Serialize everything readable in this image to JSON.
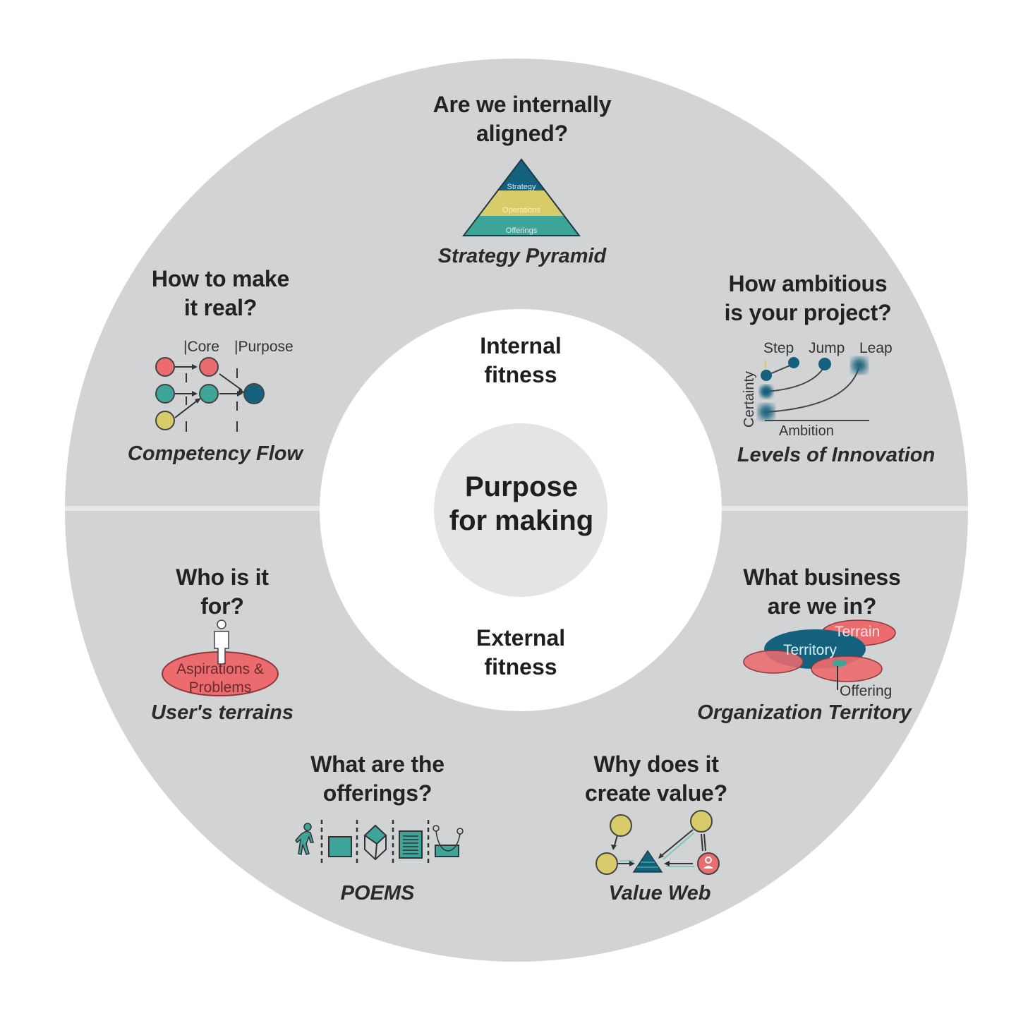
{
  "center": {
    "title_line1": "Purpose",
    "title_line2": "for making"
  },
  "rings": {
    "internal": {
      "line1": "Internal",
      "line2": "fitness"
    },
    "external": {
      "line1": "External",
      "line2": "fitness"
    }
  },
  "colors": {
    "outer_ring": "#d2d3d5",
    "divider": "#e6e7e9",
    "middle_ring": "#ffffff",
    "inner_circle": "#e3e4e6",
    "dark_teal": "#14617d",
    "teal": "#3fa59a",
    "yellow": "#d8cb6a",
    "coral": "#ec6b6e"
  },
  "sections": [
    {
      "id": "strategy-pyramid",
      "question_line1": "Are we internally",
      "question_line2": "aligned?",
      "tool": "Strategy Pyramid",
      "icon": "pyramid-icon",
      "icon_labels": [
        "Strategy",
        "Operations",
        "Offerings"
      ]
    },
    {
      "id": "competency-flow",
      "question_line1": "How to make",
      "question_line2": "it real?",
      "tool": "Competency Flow",
      "icon": "flow-diagram-icon",
      "icon_labels": [
        "|Core",
        "|Purpose"
      ]
    },
    {
      "id": "levels-of-innovation",
      "question_line1": "How ambitious",
      "question_line2": "is your project?",
      "tool": "Levels of Innovation",
      "icon": "innovation-chart-icon",
      "icon_labels": [
        "Step",
        "Jump",
        "Leap",
        "Certainty",
        "Ambition"
      ]
    },
    {
      "id": "users-terrains",
      "question_line1": "Who is it",
      "question_line2": "for?",
      "tool": "User's terrains",
      "icon": "user-on-terrain-icon",
      "icon_labels": [
        "Aspirations &",
        "Problems"
      ]
    },
    {
      "id": "organization-territory",
      "question_line1": "What business",
      "question_line2": "are we in?",
      "tool": "Organization Territory",
      "icon": "territory-ellipses-icon",
      "icon_labels": [
        "Terrain",
        "Territory",
        "Offering"
      ]
    },
    {
      "id": "poems",
      "question_line1": "What are the",
      "question_line2": "offerings?",
      "tool": "POEMS",
      "icon": "poems-icons"
    },
    {
      "id": "value-web",
      "question_line1": "Why does it",
      "question_line2": "create value?",
      "tool": "Value Web",
      "icon": "value-web-icon"
    }
  ]
}
